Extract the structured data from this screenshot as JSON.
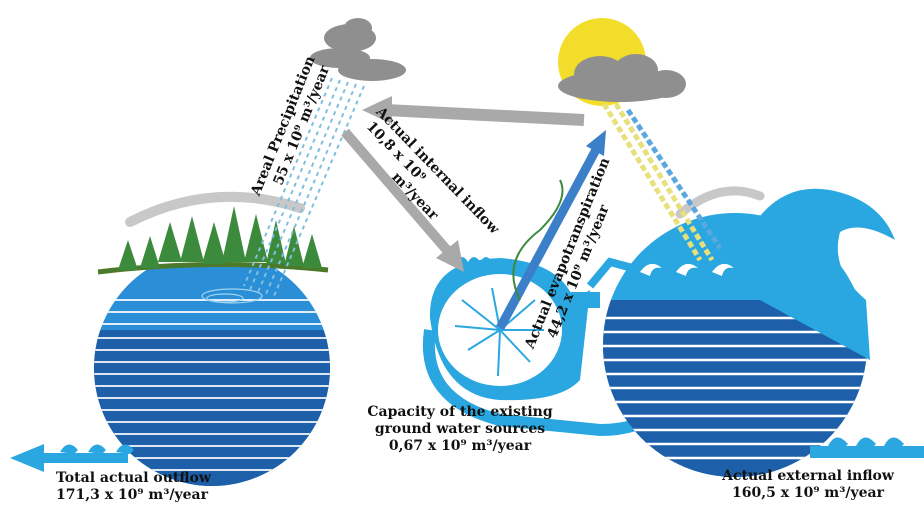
{
  "labels": {
    "precipitation": {
      "line1": "Areal Precipitation",
      "line2": "55 x 10⁹ m³/year"
    },
    "internal_inflow": {
      "line1": "Actual internal inflow",
      "line2": "10,8 x 10⁹",
      "line3": "m³/year"
    },
    "evapotranspiration": {
      "line1": "Actual evapotranspiration",
      "line2": "44,2 x 10⁹ m³/year"
    },
    "groundwater": {
      "line1": "Capacity of the existing",
      "line2": "ground water sources",
      "line3": "0,67 x 10⁹ m³/year"
    },
    "outflow": {
      "line1": "Total actual outflow",
      "line2": "171,3 x 10⁹ m³/year"
    },
    "external_inflow": {
      "line1": "Actual external inflow",
      "line2": "160,5 x 10⁹ m³/year"
    }
  },
  "colors": {
    "water_dark": "#1d5fa8",
    "water_light": "#2aa7e0",
    "sun": "#f2dd2a",
    "cloud": "#8f8f8f",
    "arrow_gray": "#a9a9a9",
    "tree": "#3c8a3c",
    "ground": "#4a7a2a"
  }
}
